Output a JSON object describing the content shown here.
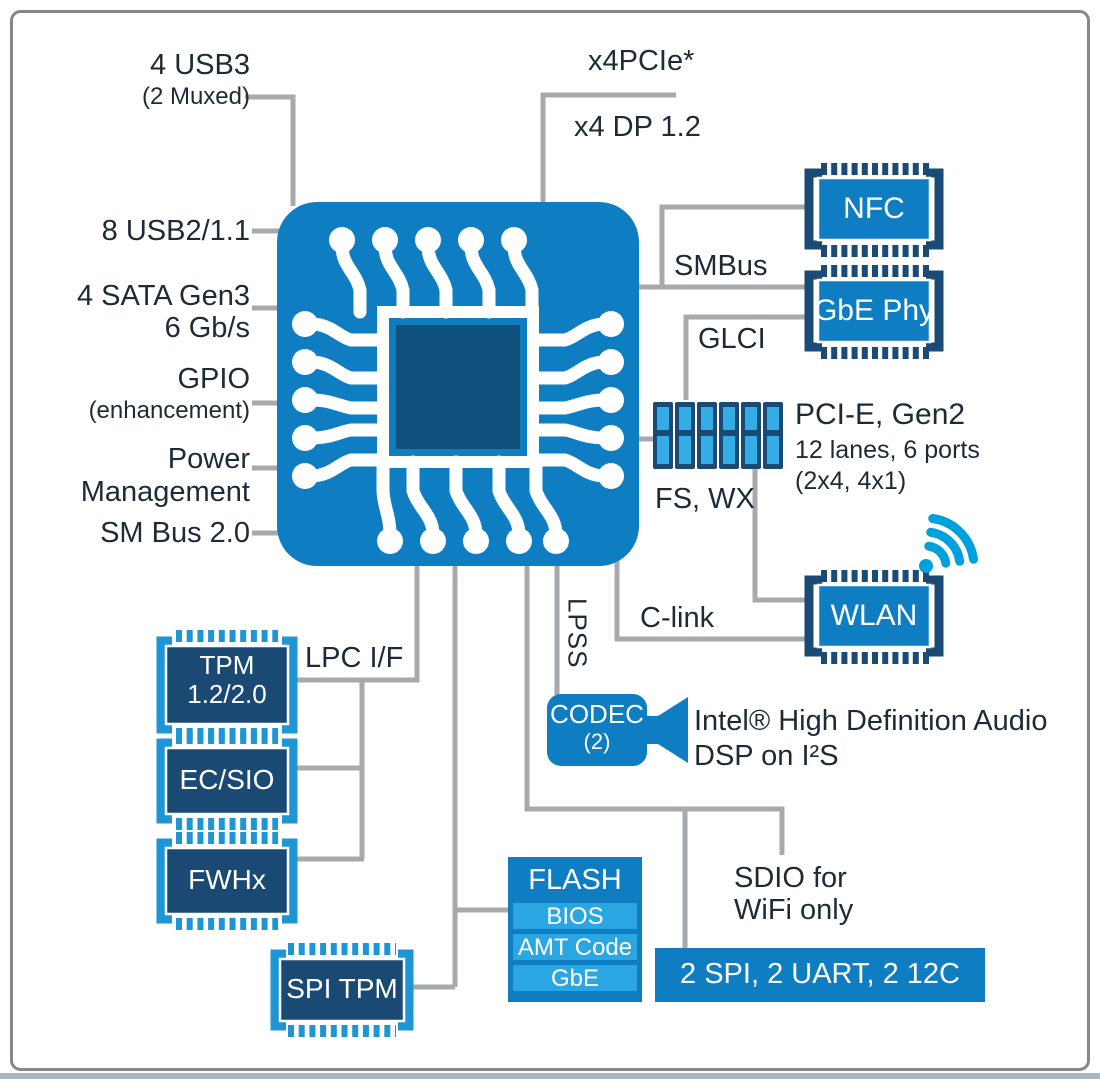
{
  "palette": {
    "chip_blue": "#0f7dc2",
    "navy": "#1a4a73",
    "core_navy": "#11517e",
    "bright_blue": "#2aa7e2",
    "slot_cyan": "#34ade6",
    "teeth_blue": "#1e95d5",
    "wifi_blue": "#00a0dd",
    "wire_gray": "#a7a9ac",
    "text_dark": "#1e2a36",
    "border_gray": "#85878a"
  },
  "ports_top": {
    "usb3_line1": "4 USB3",
    "usb3_line2": "(2 Muxed)",
    "pcie": "x4PCIe*",
    "dp": "x4 DP 1.2"
  },
  "ports_left": {
    "usb2": "8 USB2/1.1",
    "sata_line1": "4 SATA Gen3",
    "sata_line2": "6 Gb/s",
    "gpio_line1": "GPIO",
    "gpio_line2": "(enhancement)",
    "power_line1": "Power",
    "power_line2": "Management",
    "smbus": "SM Bus 2.0"
  },
  "right_side": {
    "nfc": "NFC",
    "smbus": "SMBus",
    "gbe_phy": "GbE Phy",
    "glci": "GLCI",
    "pcie_line1": "PCI-E, Gen2",
    "pcie_line2": "12 lanes, 6 ports",
    "pcie_line3": "(2x4, 4x1)",
    "fswx": "FS, WX",
    "clink": "C-link",
    "wlan": "WLAN"
  },
  "audio": {
    "lpss": "LPSS",
    "codec_line1": "CODEC",
    "codec_line2": "(2)",
    "hda_line1": "Intel® High Definition Audio",
    "hda_line2": "DSP on I²S"
  },
  "lpc": {
    "label": "LPC I/F",
    "tpm_line1": "TPM",
    "tpm_line2": "1.2/2.0",
    "ecsio": "EC/SIO",
    "fwhx": "FWHx"
  },
  "storage": {
    "spi_tpm": "SPI TPM",
    "flash_title": "FLASH",
    "flash_parts": [
      "BIOS",
      "AMT Code",
      "GbE"
    ]
  },
  "bottom": {
    "sdio_line1": "SDIO for",
    "sdio_line2": "WiFi only",
    "spi_uart": "2 SPI, 2 UART, 2 12C"
  }
}
